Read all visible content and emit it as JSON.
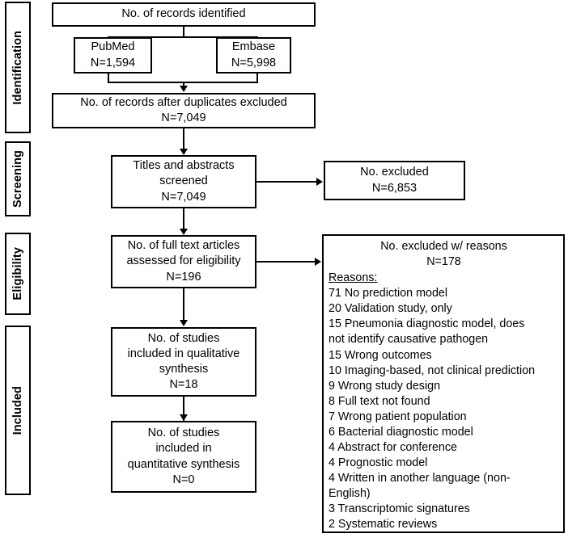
{
  "diagram": {
    "type": "PRISMA flow diagram",
    "title": ""
  },
  "stages": [
    {
      "id": "identification",
      "label": "Identification"
    },
    {
      "id": "screening",
      "label": "Screening"
    },
    {
      "id": "eligibility",
      "label": "Eligibility"
    },
    {
      "id": "included",
      "label": "Included"
    }
  ],
  "boxes": {
    "records_identified": {
      "lines": [
        "No. of records identified"
      ]
    },
    "pubmed": {
      "lines": [
        "PubMed",
        "N=1,594"
      ]
    },
    "embase": {
      "lines": [
        "Embase",
        "N=5,998"
      ]
    },
    "after_duplicates": {
      "lines": [
        "No. of records after duplicates excluded",
        "N=7,049"
      ]
    },
    "titles_abstracts": {
      "lines": [
        "Titles and abstracts",
        "screened",
        "N=7,049"
      ]
    },
    "excluded_screening": {
      "lines": [
        "No. excluded",
        "N=6,853"
      ]
    },
    "full_text": {
      "lines": [
        "No. of full text articles",
        "assessed for eligibility",
        "N=196"
      ]
    },
    "qualitative": {
      "lines": [
        "No. of studies",
        "included in qualitative",
        "synthesis",
        "N=18"
      ]
    },
    "quantitative": {
      "lines": [
        "No. of studies",
        "included in",
        "quantitative synthesis",
        "N=0"
      ]
    }
  },
  "reasons_box": {
    "header_lines": [
      "No. excluded w/ reasons",
      "N=178"
    ],
    "reasons_label": "Reasons:",
    "reasons": [
      "71 No prediction model",
      "20 Validation study, only",
      "15 Pneumonia diagnostic model, does",
      "not identify causative pathogen",
      "15 Wrong outcomes",
      "10 Imaging-based, not clinical prediction",
      "9 Wrong study design",
      "8 Full text not found",
      "7 Wrong patient population",
      "6 Bacterial diagnostic model",
      "4 Abstract for conference",
      "4 Prognostic model",
      "4 Written in another language (non-",
      "English)",
      "3 Transcriptomic signatures",
      "2 Systematic reviews"
    ]
  },
  "colors": {
    "line": "#000000",
    "box_fill": "#ffffff",
    "text": "#000000",
    "background": "#ffffff"
  }
}
